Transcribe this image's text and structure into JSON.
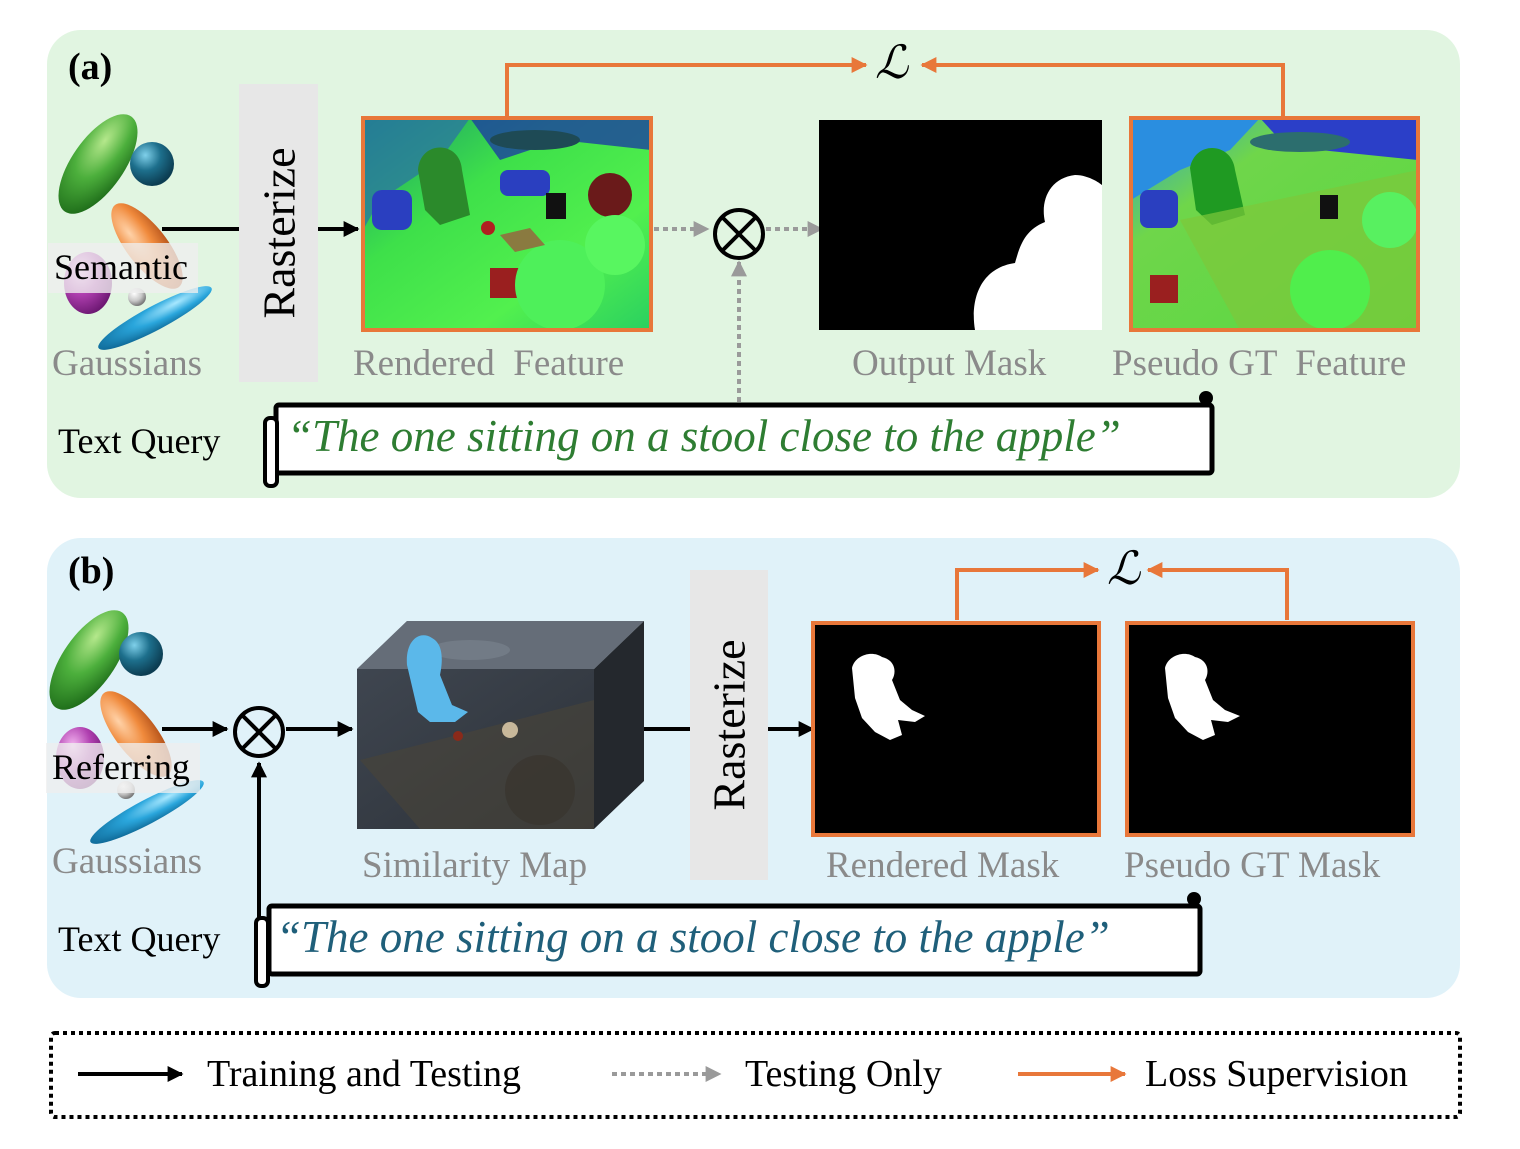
{
  "colors": {
    "panel_a_bg": "#e1f5e1",
    "panel_b_bg": "#e0f2f9",
    "loss_orange": "#e8773a",
    "testing_gray": "#9a9a9a",
    "query_text_a": "#2e7d32",
    "query_text_b": "#1f5f7a"
  },
  "panel_a": {
    "label": "(a)",
    "gaussians_word": "Semantic",
    "gaussians_caption": "Gaussians",
    "rasterize": "Rasterize",
    "rendered_feature": "Rendered  Feature",
    "output_mask": "Output Mask",
    "pseudo_gt_feature": "Pseudo GT  Feature",
    "loss_symbol": "ℒ",
    "text_query_label": "Text Query",
    "query": "“The one sitting on a stool close to the apple”"
  },
  "panel_b": {
    "label": "(b)",
    "gaussians_word": "Referring",
    "gaussians_caption": "Gaussians",
    "rasterize": "Rasterize",
    "similarity_map": "Similarity Map",
    "rendered_mask": "Rendered Mask",
    "pseudo_gt_mask": "Pseudo GT Mask",
    "loss_symbol": "ℒ",
    "text_query_label": "Text Query",
    "query": "“The one sitting on a stool close to the apple”"
  },
  "legend": {
    "training_testing": "Training and Testing",
    "testing_only": "Testing Only",
    "loss_supervision": "Loss Supervision"
  },
  "icons": [
    "ellipsoid-cluster-icon",
    "multiply-circle-icon",
    "arrow-icon"
  ]
}
